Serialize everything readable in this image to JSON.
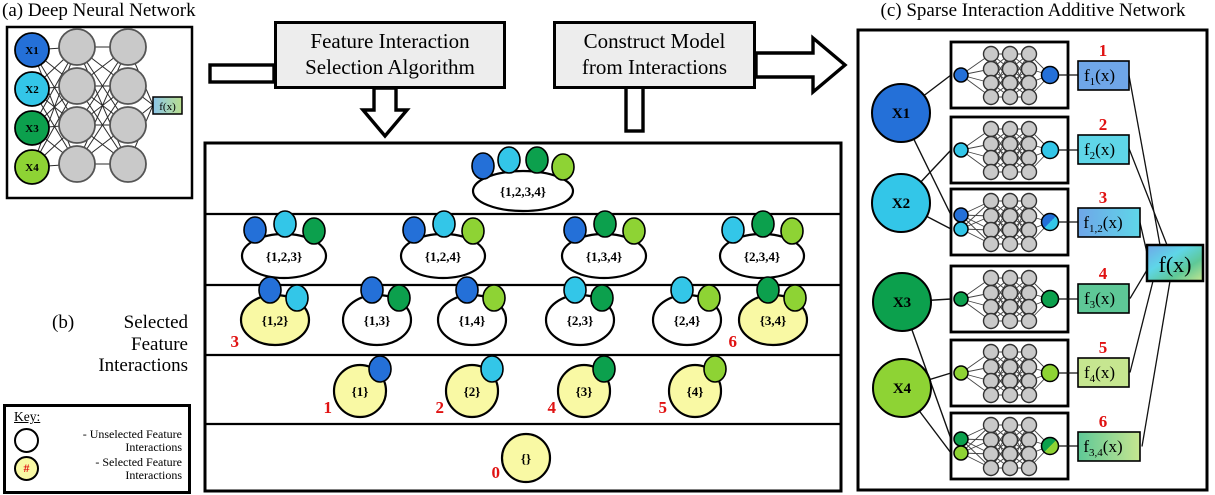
{
  "titles": {
    "panel_a": "(a) Deep Neural Network",
    "panel_c": "(c) Sparse Interaction Additive Network"
  },
  "caption_b": {
    "tag": "(b)",
    "text": "Selected\nFeature\nInteractions"
  },
  "process_boxes": {
    "selection": "Feature Interaction\nSelection Algorithm",
    "construct": "Construct Model\nfrom Interactions"
  },
  "key": {
    "title": "Key:",
    "items": [
      {
        "symbol": "unselected-ellipse",
        "symbol_text": "",
        "label": "- Unselected Feature\nInteractions"
      },
      {
        "symbol": "selected-ellipse",
        "symbol_text": "#",
        "label": "- Selected Feature\nInteractions"
      }
    ]
  },
  "colors": {
    "feature1_blue": "#2470d8",
    "feature2_cyan": "#33c6e8",
    "feature3_green": "#0ca04d",
    "feature4_lightgreen": "#8ed334",
    "node_gray": "#c9c9c9",
    "selected_yellow": "#f9f9a4",
    "rank_red": "#e01212",
    "process_box_gray": "#ededed",
    "f1_box": "#6fa6e8",
    "f2_box": "#5fd6e8",
    "f3_box": "#5ec897",
    "f4_box": "#c6e690",
    "panel_a_out_left": "#8cc6ea",
    "panel_a_out_right": "#badf8e"
  },
  "panel_a": {
    "inputs": [
      "X1",
      "X2",
      "X3",
      "X4"
    ],
    "output_label": "f(x)"
  },
  "lattice": {
    "rows": [
      [
        {
          "label": "{1,2,3,4}",
          "features": [
            1,
            2,
            3,
            4
          ],
          "selected": false,
          "rank": ""
        }
      ],
      [
        {
          "label": "{1,2,3}",
          "features": [
            1,
            2,
            3
          ],
          "selected": false,
          "rank": ""
        },
        {
          "label": "{1,2,4}",
          "features": [
            1,
            2,
            4
          ],
          "selected": false,
          "rank": ""
        },
        {
          "label": "{1,3,4}",
          "features": [
            1,
            3,
            4
          ],
          "selected": false,
          "rank": ""
        },
        {
          "label": "{2,3,4}",
          "features": [
            2,
            3,
            4
          ],
          "selected": false,
          "rank": ""
        }
      ],
      [
        {
          "label": "{1,2}",
          "features": [
            1,
            2
          ],
          "selected": true,
          "rank": "3"
        },
        {
          "label": "{1,3}",
          "features": [
            1,
            3
          ],
          "selected": false,
          "rank": ""
        },
        {
          "label": "{1,4}",
          "features": [
            1,
            4
          ],
          "selected": false,
          "rank": ""
        },
        {
          "label": "{2,3}",
          "features": [
            2,
            3
          ],
          "selected": false,
          "rank": ""
        },
        {
          "label": "{2,4}",
          "features": [
            2,
            4
          ],
          "selected": false,
          "rank": ""
        },
        {
          "label": "{3,4}",
          "features": [
            3,
            4
          ],
          "selected": true,
          "rank": "6"
        }
      ],
      [
        {
          "label": "{1}",
          "features": [
            1
          ],
          "selected": true,
          "rank": "1"
        },
        {
          "label": "{2}",
          "features": [
            2
          ],
          "selected": true,
          "rank": "2"
        },
        {
          "label": "{3}",
          "features": [
            3
          ],
          "selected": true,
          "rank": "4"
        },
        {
          "label": "{4}",
          "features": [
            4
          ],
          "selected": true,
          "rank": "5"
        }
      ],
      [
        {
          "label": "{}",
          "features": [],
          "selected": true,
          "rank": "0"
        }
      ]
    ]
  },
  "panel_c": {
    "inputs": [
      {
        "label": "X1",
        "feature": 1
      },
      {
        "label": "X2",
        "feature": 2
      },
      {
        "label": "X3",
        "feature": 3
      },
      {
        "label": "X4",
        "feature": 4
      }
    ],
    "subnets": [
      {
        "rank": "1",
        "features": [
          1
        ],
        "f_base": "f",
        "f_sub": "1",
        "f_args": "(x)"
      },
      {
        "rank": "2",
        "features": [
          2
        ],
        "f_base": "f",
        "f_sub": "2",
        "f_args": "(x)"
      },
      {
        "rank": "3",
        "features": [
          1,
          2
        ],
        "f_base": "f",
        "f_sub": "1,2",
        "f_args": "(x)"
      },
      {
        "rank": "4",
        "features": [
          3
        ],
        "f_base": "f",
        "f_sub": "3",
        "f_args": "(x)"
      },
      {
        "rank": "5",
        "features": [
          4
        ],
        "f_base": "f",
        "f_sub": "4",
        "f_args": "(x)"
      },
      {
        "rank": "6",
        "features": [
          3,
          4
        ],
        "f_base": "f",
        "f_sub": "3,4",
        "f_args": "(x)"
      }
    ],
    "output_label": "f(x)"
  }
}
